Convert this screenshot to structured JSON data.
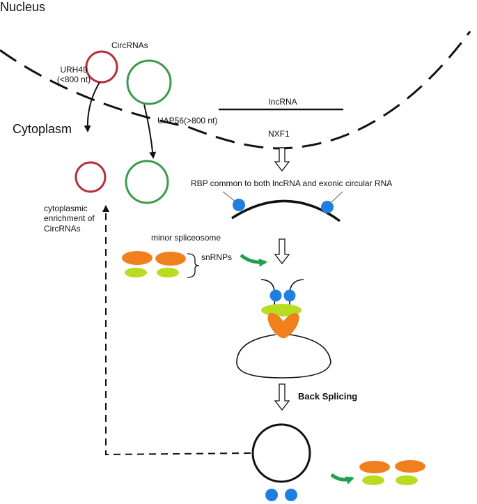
{
  "labels": {
    "nucleus": "Nucleus",
    "cytoplasm": "Cytoplasm",
    "circrnas": "CircRNAs",
    "urh49": "URH49",
    "urh49_size": "(<800 nt)",
    "uap56": "UAP56(>800 nt)",
    "lncrna": "lncRNA",
    "nxf1": "NXF1",
    "rbp": "RBP common to both lncRNA and exonic circular RNA",
    "cyto_enrich_1": "cytoplasmic",
    "cyto_enrich_2": "enrichment of",
    "cyto_enrich_3": "CircRNAs",
    "minor_spliceosome": "minor spliceosome",
    "snrnps": "snRNPs",
    "back_splicing": "Back Splicing"
  },
  "colors": {
    "red_circle": "#b5303a",
    "green_circle": "#3a9a4c",
    "blue_rbp": "#1f7fe0",
    "orange_snrnp": "#f07f1e",
    "lime_snrnp": "#b8dc22",
    "green_arrow": "#1fa04a",
    "line": "#111111"
  }
}
